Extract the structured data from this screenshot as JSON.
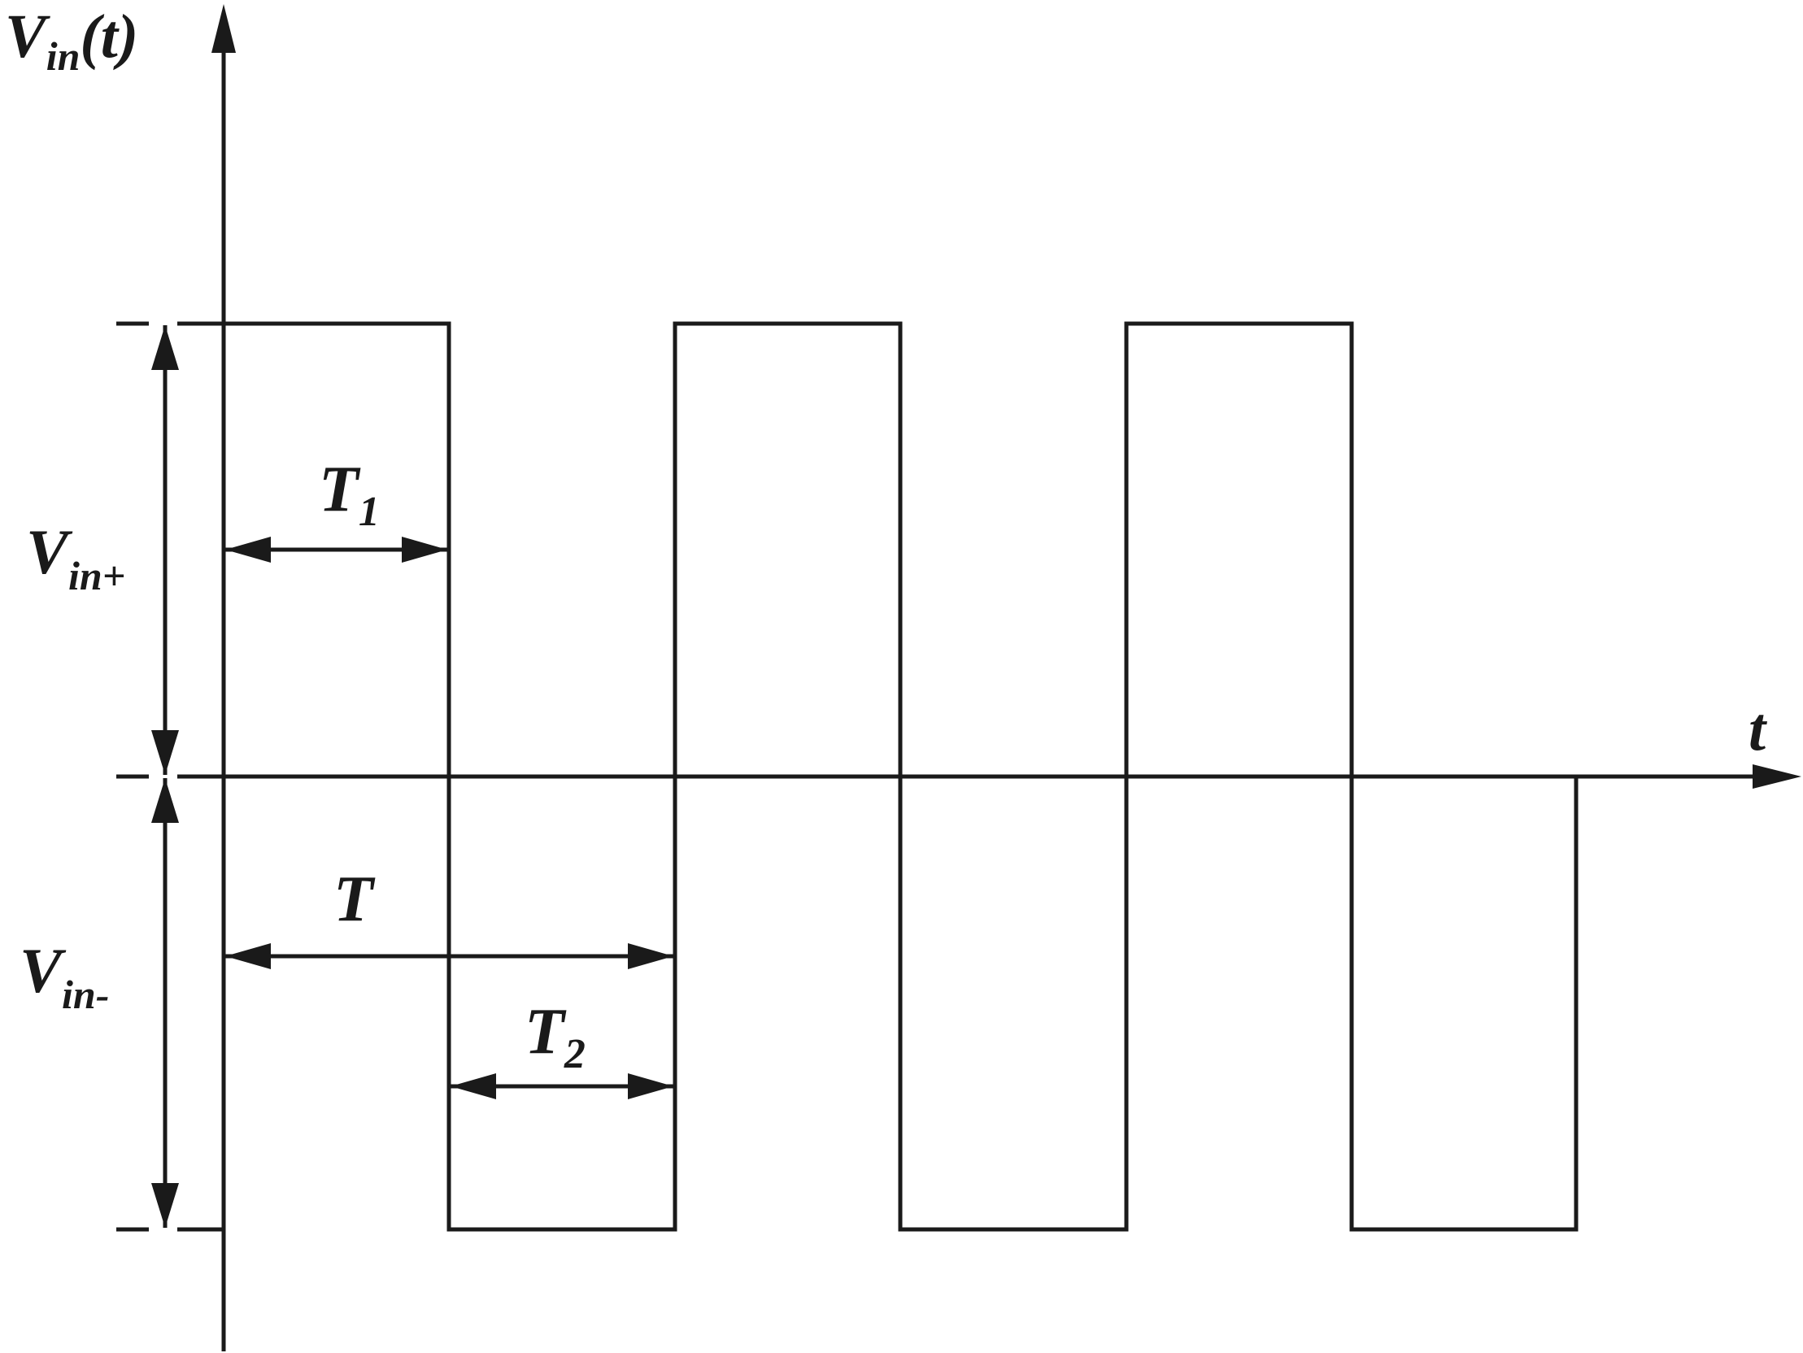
{
  "labels": {
    "y_axis": {
      "main": "V",
      "sub": "in",
      "tail": "(t)"
    },
    "x_axis": "t",
    "t1": {
      "main": "T",
      "sub": "1"
    },
    "t": {
      "main": "T"
    },
    "t2": {
      "main": "T",
      "sub": "2"
    },
    "vin_plus": {
      "main": "V",
      "sub": "in+"
    },
    "vin_minus": {
      "main": "V",
      "sub": "in-"
    }
  },
  "colors": {
    "stroke": "#1a1a1a",
    "background": "#ffffff"
  },
  "waveform": {
    "type": "square",
    "levels": [
      "Vin+",
      "Vin-"
    ],
    "half_periods": 6
  }
}
